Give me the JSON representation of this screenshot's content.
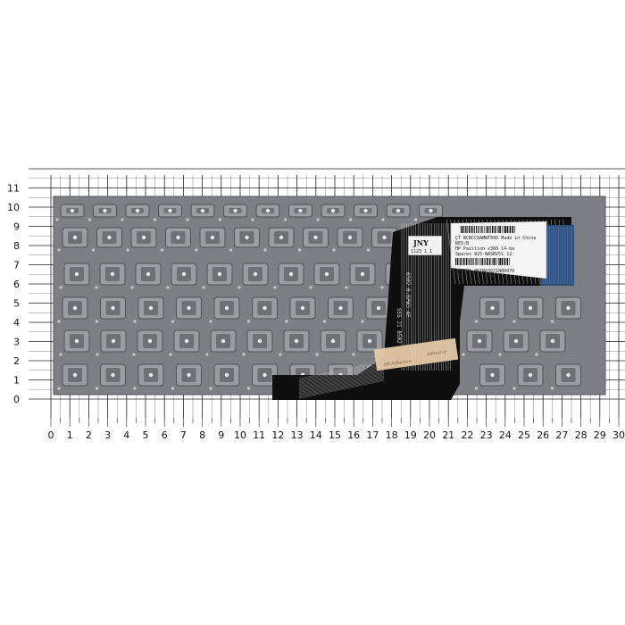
{
  "photo": {
    "subject": "laptop keyboard underside on measurement grid",
    "colors": {
      "background": "#ffffff",
      "grid_line": "#222222",
      "plate": "#7d7f84",
      "plate_dark": "#5f6166",
      "cable": "#0f0f10",
      "tape": "#e6c9a8",
      "connector": "#2f4e7a",
      "label": "#f5f5f5"
    }
  },
  "ruler": {
    "y_labels": [
      "0",
      "1",
      "2",
      "3",
      "4",
      "5",
      "6",
      "7",
      "8",
      "9",
      "10",
      "11"
    ],
    "x_labels": [
      "0",
      "1",
      "2",
      "3",
      "4",
      "5",
      "6",
      "7",
      "8",
      "9",
      "10",
      "11",
      "12",
      "13",
      "14",
      "15",
      "16",
      "17",
      "18",
      "19",
      "20",
      "21",
      "22",
      "23",
      "24",
      "25",
      "26",
      "27",
      "28",
      "29",
      "30"
    ]
  },
  "sticker": {
    "brand": "JNY",
    "code": "1123 1 1",
    "lines": [
      "CT  BCRCC8AMWT00O     Made in China",
      "REV:B",
      "HP Pavilion x360 14-ba",
      "Spares  925-NASRV51 12",
      "AMOEBA 0KIN03021N80070"
    ]
  },
  "cable_marks": {
    "print_1": "0502 0-6PW3 4E",
    "print_2": "SSS 21 0502"
  },
  "tape": {
    "text_1": "3M Adhesive",
    "text_2": "adhesive"
  }
}
